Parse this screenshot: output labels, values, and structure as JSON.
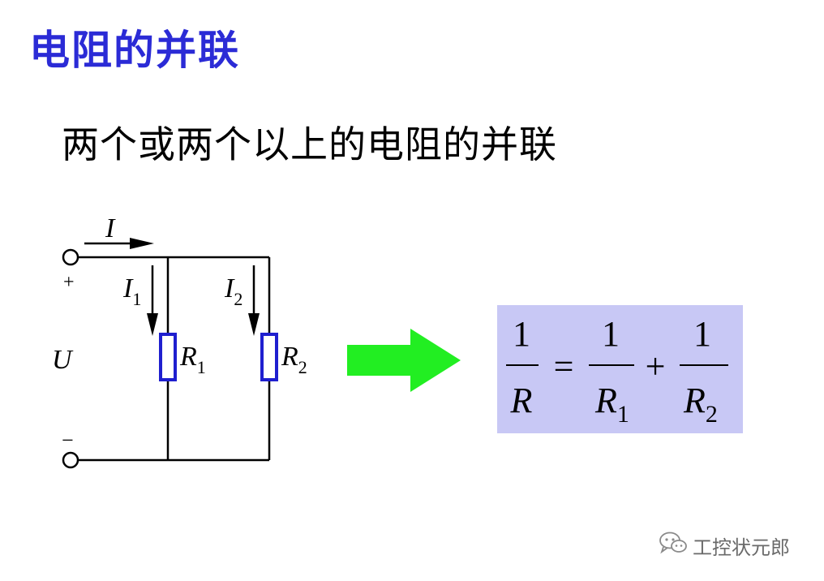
{
  "title": "电阻的并联",
  "subtitle": "两个或两个以上的电阻的并联",
  "circuit": {
    "plus": "+",
    "minus": "−",
    "voltage": "U",
    "current_total": "I",
    "branch1": {
      "current": "I",
      "current_sub": "1",
      "resistor": "R",
      "resistor_sub": "1"
    },
    "branch2": {
      "current": "I",
      "current_sub": "2",
      "resistor": "R",
      "resistor_sub": "2"
    },
    "resistor_color": "#1f1fcf"
  },
  "arrow": {
    "icon": "right-arrow-icon",
    "color": "#22ee22"
  },
  "formula": {
    "background": "#c8c8f5",
    "lhs_num": "1",
    "lhs_den": "R",
    "equals": "=",
    "t1_num": "1",
    "t1_den": "R",
    "t1_sub": "1",
    "plus": "+",
    "t2_num": "1",
    "t2_den": "R",
    "t2_sub": "2"
  },
  "watermark": {
    "text": "工控状元郎",
    "icon": "wechat-icon"
  }
}
